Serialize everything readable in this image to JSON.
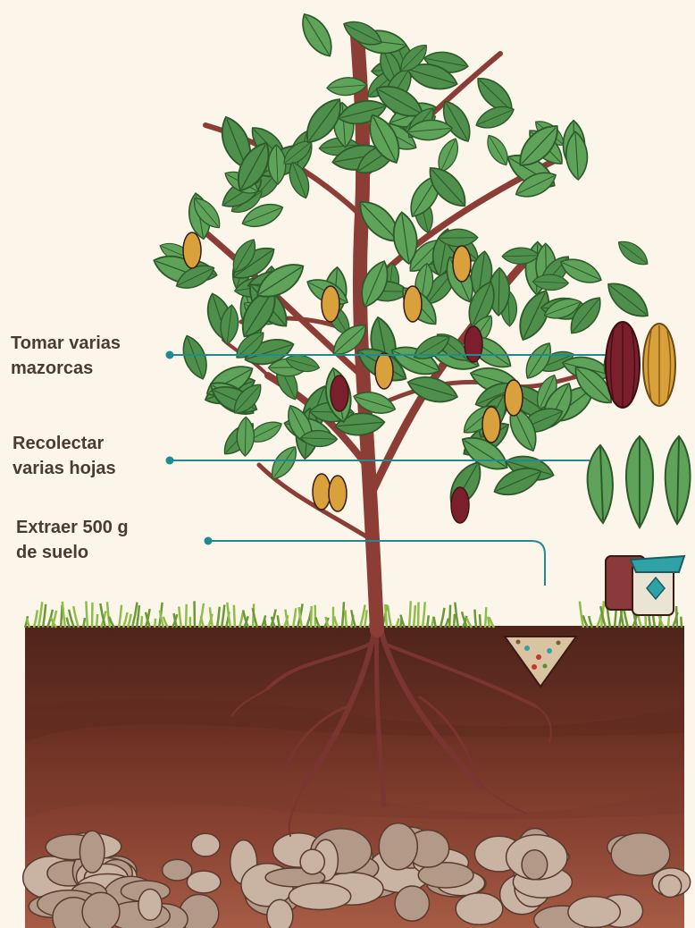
{
  "labels": {
    "pods": "Tomar varias\nmazorcas",
    "leaves": "Recolectar\nvarias hojas",
    "soil": "Extraer 500 g\nde suelo"
  },
  "colors": {
    "background": "#fcf6ea",
    "leader_line": "#1f8a91",
    "text": "#4a3b33",
    "leaf": "#5fa35b",
    "trunk": "#8c3d36",
    "pod_yellow": "#d9a13b",
    "pod_red": "#7a1f2b",
    "soil_top": "#5a2a20",
    "soil_bottom": "#9a4f3d",
    "grass": "#8fbd4b",
    "rock": "#c9b3a3"
  },
  "icons": [
    "cacao-pod-icon",
    "cacao-leaf-icon",
    "soil-sample-bag-icon"
  ]
}
